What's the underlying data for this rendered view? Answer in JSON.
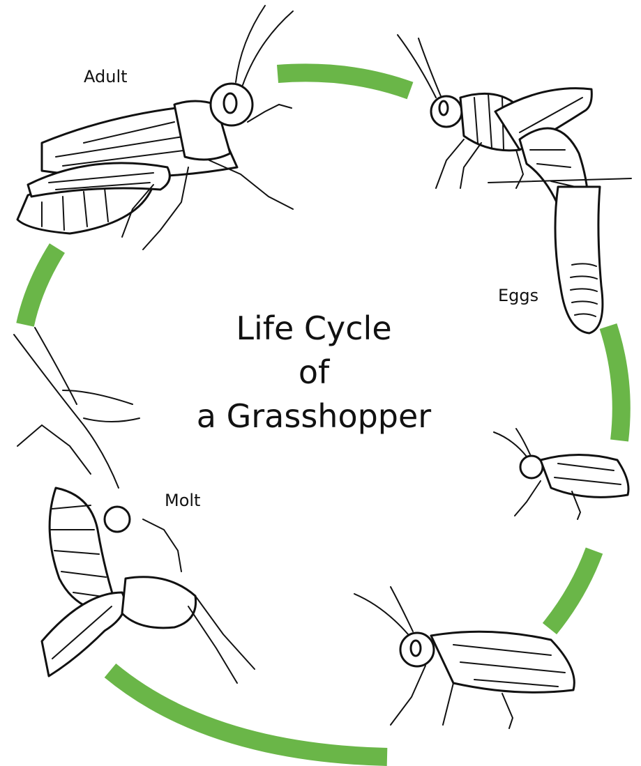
{
  "title": {
    "line1": "Life Cycle",
    "line2": "of",
    "line3": "a Grasshopper"
  },
  "labels": {
    "adult": "Adult",
    "eggs": "Eggs",
    "molt": "Molt"
  },
  "colors": {
    "arc": "#6ab648",
    "ink": "#111111",
    "background": "#ffffff"
  },
  "icons": [
    "adult-grasshopper-icon",
    "egg-laying-grasshopper-icon",
    "egg-pod-icon",
    "small-nymph-icon",
    "large-nymph-icon",
    "molting-grasshopper-icon",
    "twig-icon"
  ]
}
